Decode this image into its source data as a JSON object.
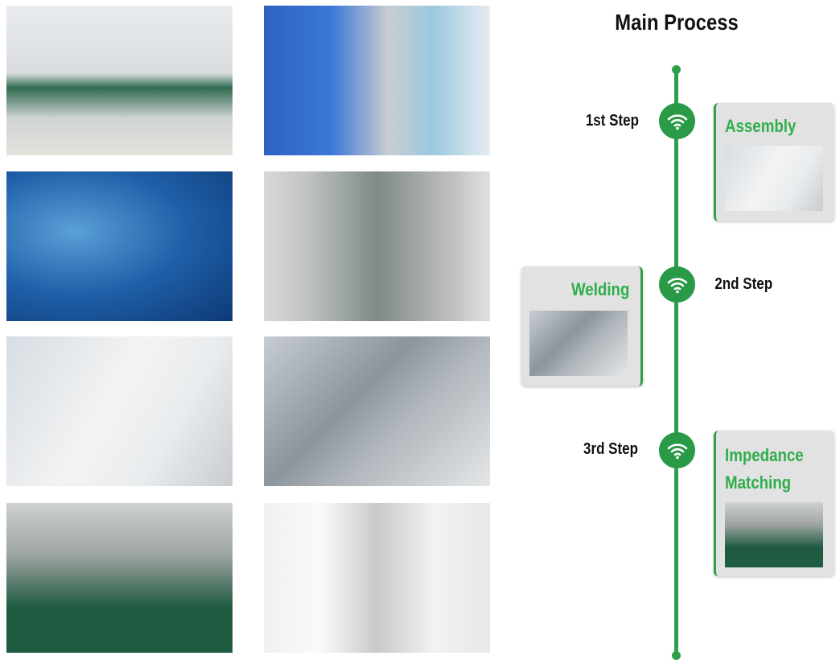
{
  "title": "Main Process",
  "steps": [
    {
      "step": "1st Step",
      "name": "Assembly"
    },
    {
      "step": "2nd Step",
      "name": "Welding"
    },
    {
      "step": "3rd Step",
      "name": "Impedance Matching"
    }
  ],
  "icons": {
    "node": "wifi-signal-icon"
  },
  "colors": {
    "accent": "#2ea04a",
    "label": "#2fae4c"
  }
}
